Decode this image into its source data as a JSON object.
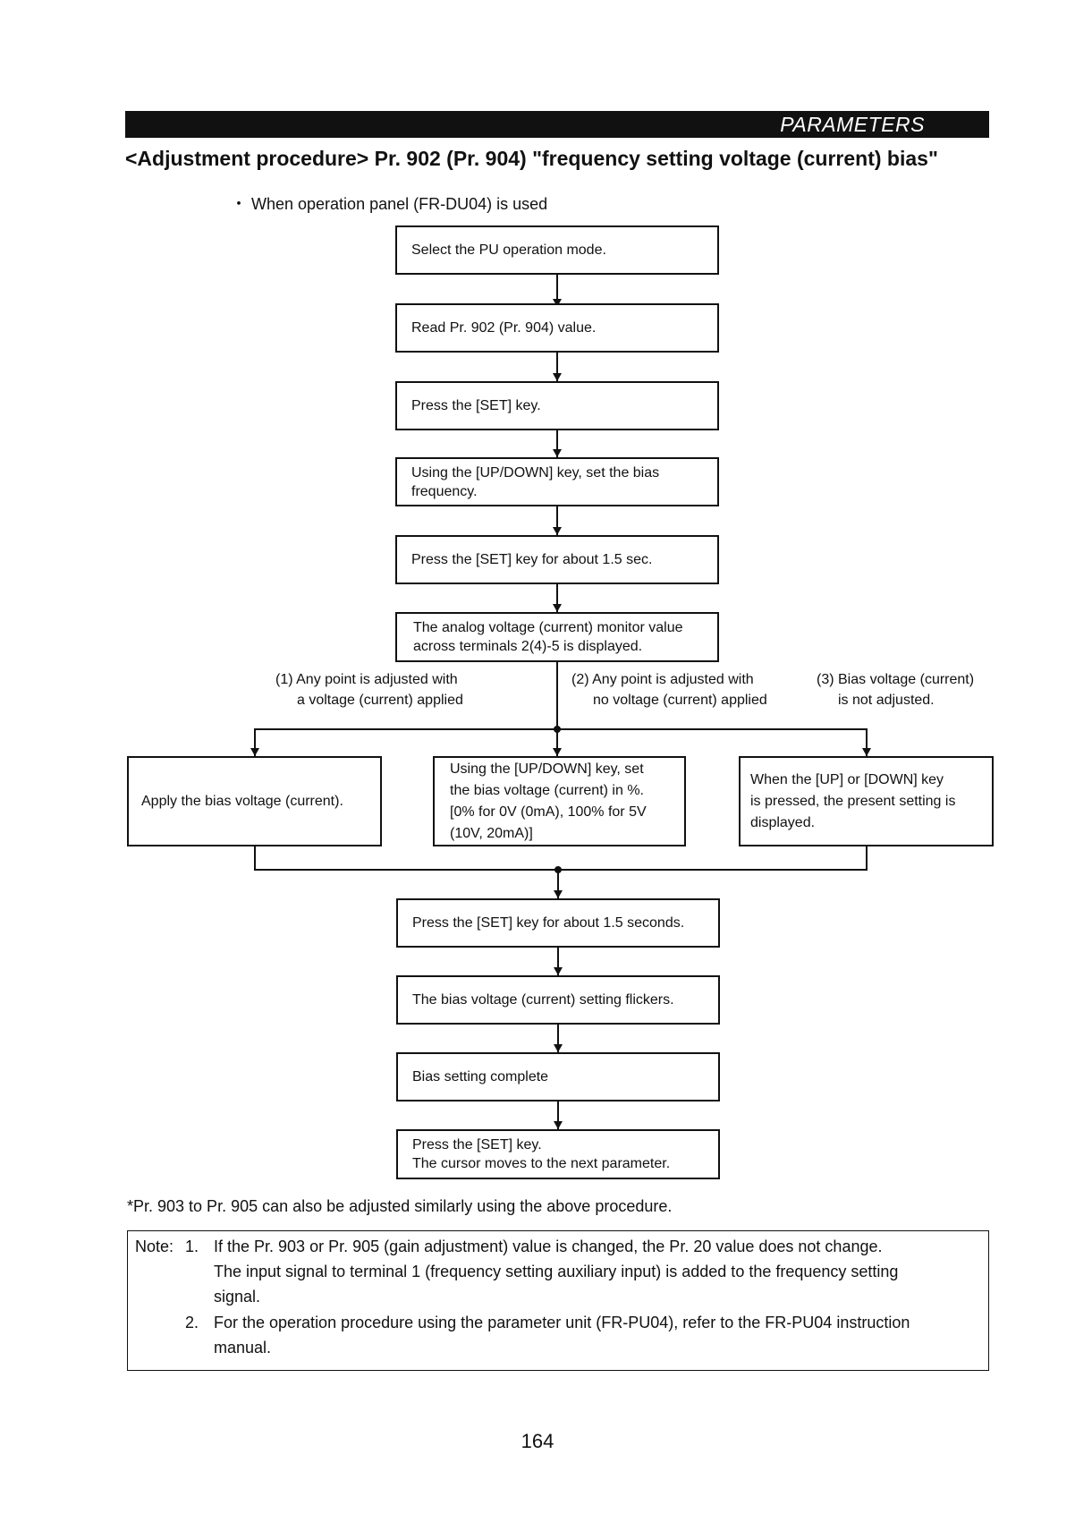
{
  "header": {
    "label": "PARAMETERS"
  },
  "title": "<Adjustment procedure> Pr. 902 (Pr. 904) \"frequency setting voltage (current) bias\"",
  "subtitle": "・ When operation panel (FR-DU04) is used",
  "flow": {
    "step1": "Select the PU operation mode.",
    "step2": "Read Pr. 902 (Pr. 904) value.",
    "step3": "Press the [SET] key.",
    "step4": [
      "Using the [UP/DOWN] key, set the bias",
      "frequency."
    ],
    "step5": "Press the [SET] key for about 1.5 sec.",
    "step6": [
      "The analog voltage (current) monitor value",
      "across terminals 2(4)-5 is displayed."
    ],
    "branch_labels": {
      "b1": [
        "(1) Any point is adjusted with",
        "a voltage (current) applied"
      ],
      "b2": [
        "(2) Any point is adjusted with",
        "no voltage (current) applied"
      ],
      "b3": [
        "(3) Bias voltage (current)",
        "is not adjusted."
      ]
    },
    "branch_boxes": {
      "b1": "Apply the bias voltage (current).",
      "b2": [
        "Using the [UP/DOWN] key, set",
        "the bias voltage (current) in %.",
        "[0% for 0V (0mA), 100% for 5V",
        "(10V, 20mA)]"
      ],
      "b3": [
        "When the [UP] or [DOWN] key",
        "is pressed, the present setting is",
        "displayed."
      ]
    },
    "step7": "Press the [SET] key for about 1.5 seconds.",
    "step8": "The bias voltage (current) setting flickers.",
    "step9": "Bias setting complete",
    "step10": [
      "Press the [SET] key.",
      "The cursor moves to the next parameter."
    ]
  },
  "footnote": "*Pr. 903 to Pr. 905 can also be adjusted similarly using the above procedure.",
  "note": {
    "prefix": "Note:",
    "item1_num": "1.",
    "item1_lines": [
      "If the Pr. 903 or Pr. 905 (gain adjustment) value is changed, the Pr. 20 value does not change.",
      "The input signal to terminal 1 (frequency setting auxiliary input) is added to the frequency setting",
      "signal."
    ],
    "item2_num": "2.",
    "item2_lines": [
      "For the operation procedure using the parameter unit (FR-PU04), refer to the FR-PU04 instruction",
      "manual."
    ]
  },
  "page_number": "164"
}
